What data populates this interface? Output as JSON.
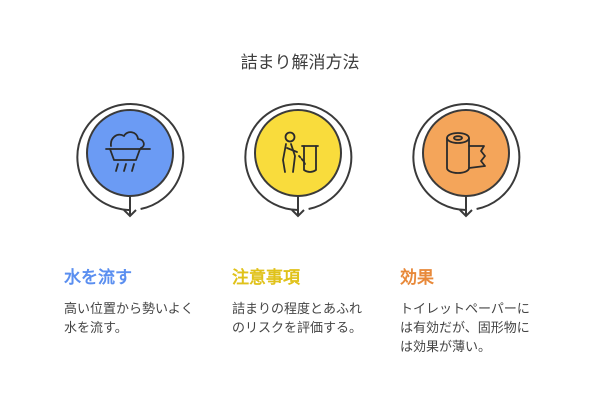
{
  "title": "詰まり解消方法",
  "items": [
    {
      "heading": "水を流す",
      "description": "高い位置から勢いよく水を流す。",
      "color": "#5b8ff0",
      "circle_color": "#6b9bf4",
      "icon": "bucket-water-icon"
    },
    {
      "heading": "注意事項",
      "description": "詰まりの程度とあふれのリスクを評価する。",
      "color": "#e0c21a",
      "circle_color": "#f9dc3c",
      "icon": "person-toilet-icon"
    },
    {
      "heading": "効果",
      "description": "トイレットペーパーには有効だが、固形物には効果が薄い。",
      "color": "#e8893a",
      "circle_color": "#f4a55a",
      "icon": "toilet-paper-icon"
    }
  ]
}
